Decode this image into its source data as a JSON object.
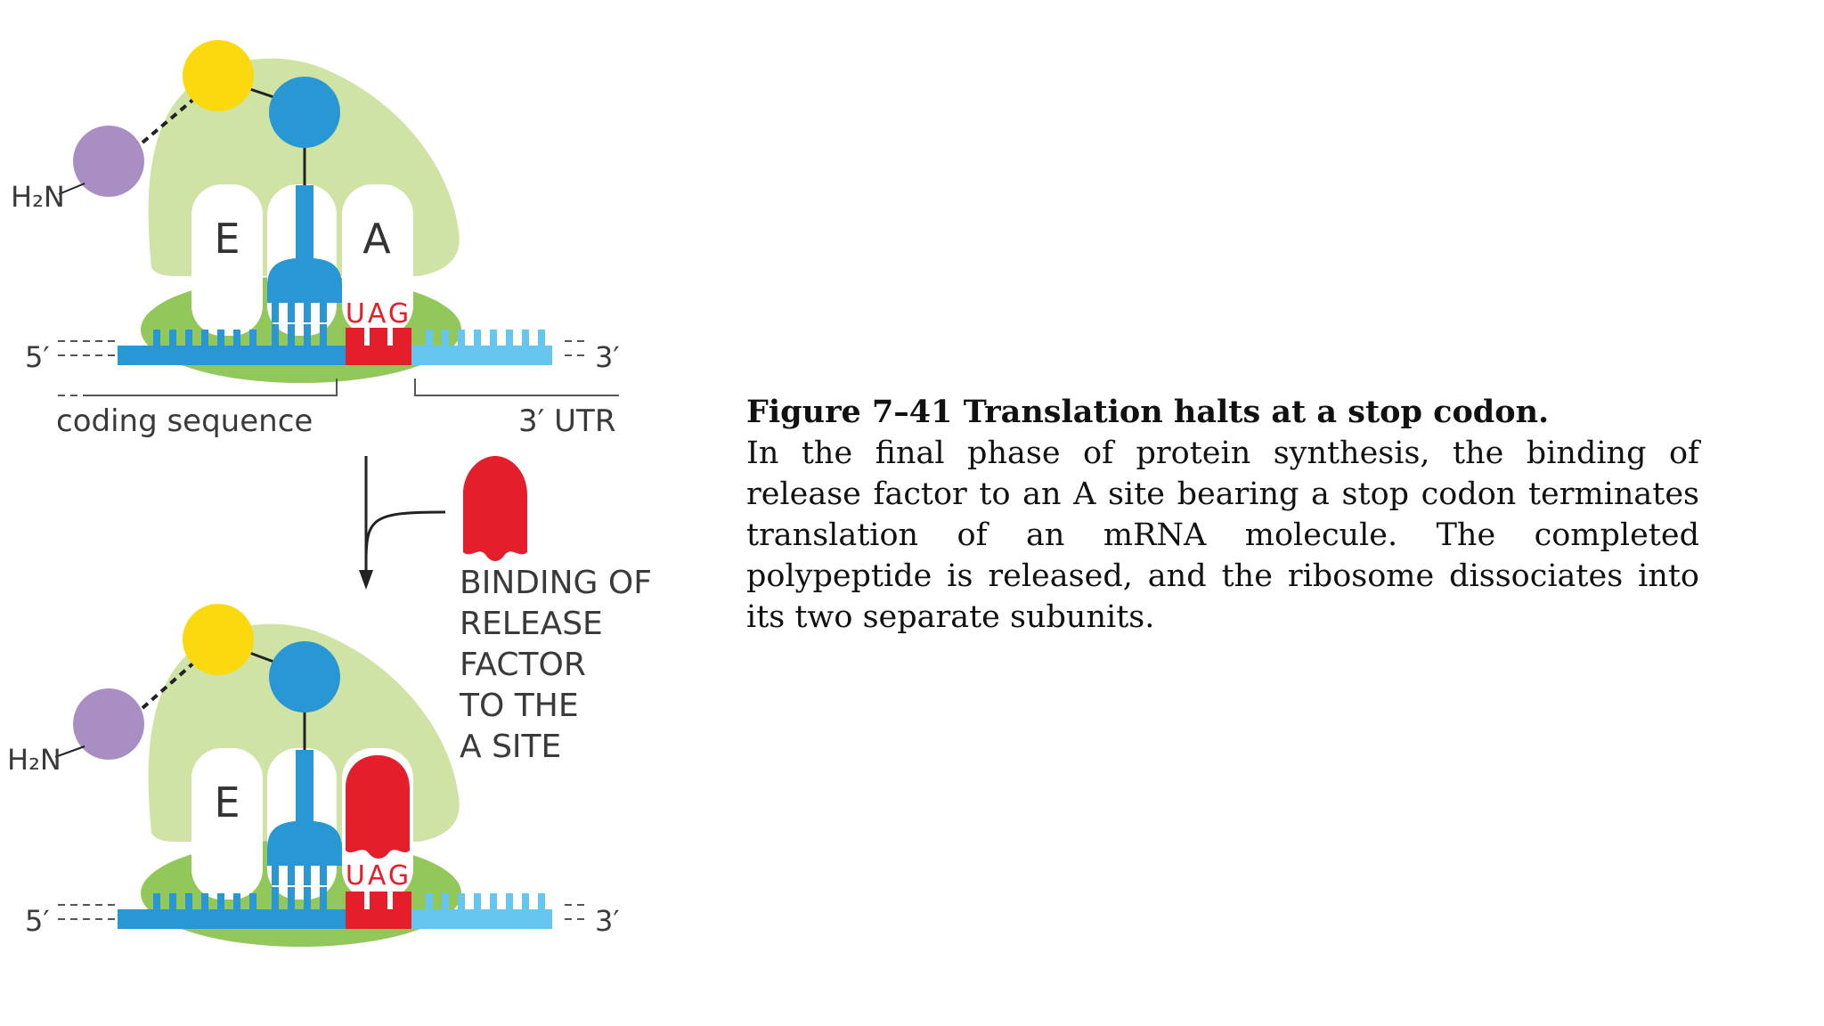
{
  "diagram": {
    "top": {
      "amino_terminus": "H₂N",
      "site_e": "E",
      "site_a": "A",
      "stop_codon": "UAG",
      "five_prime": "5′",
      "three_prime": "3′",
      "coding_sequence_label": "coding sequence",
      "utr_label": "3′ UTR"
    },
    "step_label_lines": [
      "BINDING OF",
      "RELEASE",
      "FACTOR",
      "TO THE",
      "A SITE"
    ],
    "bottom": {
      "amino_terminus": "H₂N",
      "site_e": "E",
      "stop_codon": "UAG",
      "five_prime": "5′",
      "three_prime": "3′"
    },
    "colors": {
      "large_subunit": "#cfe3a4",
      "small_subunit": "#92c85a",
      "trna": "#2a97d5",
      "mrna_coding": "#2a97d5",
      "mrna_utr": "#67c6ef",
      "stop_codon": "#e41e2b",
      "release_factor": "#e41e2b",
      "amino_acid_purple": "#a98ec4",
      "amino_acid_yellow": "#fcd90f",
      "amino_acid_blue": "#2a97d5"
    }
  },
  "caption": {
    "title": "Figure 7–41 Translation halts at a stop codon.",
    "body": "In the final phase of protein synthesis, the binding of release factor to an A site bearing a stop codon terminates translation of an mRNA molecule. The completed polypeptide is released, and the ribosome dissociates into its two separate subunits."
  }
}
